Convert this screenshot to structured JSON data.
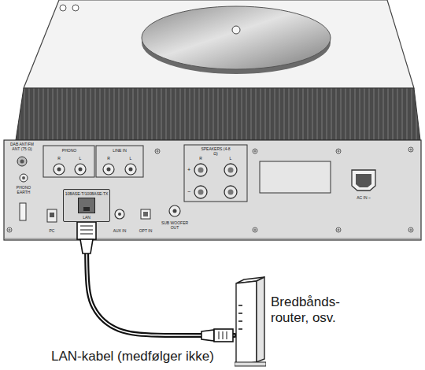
{
  "diagram": {
    "nodes": [
      {
        "text": [
          "10BASE-T/100BASE-TX",
          "LAN"
        ]
      },
      {
        "text": [
          "Bredbånds-router, osv."
        ]
      }
    ],
    "edges": [
      {
        "from": 0,
        "to": 1,
        "arrow": "none",
        "label": "LAN-kabel (medfølger ikke)"
      }
    ],
    "labels": [
      "DAB ANT/FM ANT (75 Ω)",
      "PHONO",
      "R",
      "L",
      "LINE IN",
      "R",
      "L",
      "PHONO EARTH",
      "PC",
      "AUX IN",
      "OPT IN",
      "SUB WOOFER OUT",
      "SPEAKERS (4-8 Ω)",
      "R",
      "L",
      "+",
      "−",
      "AC IN ~"
    ]
  }
}
